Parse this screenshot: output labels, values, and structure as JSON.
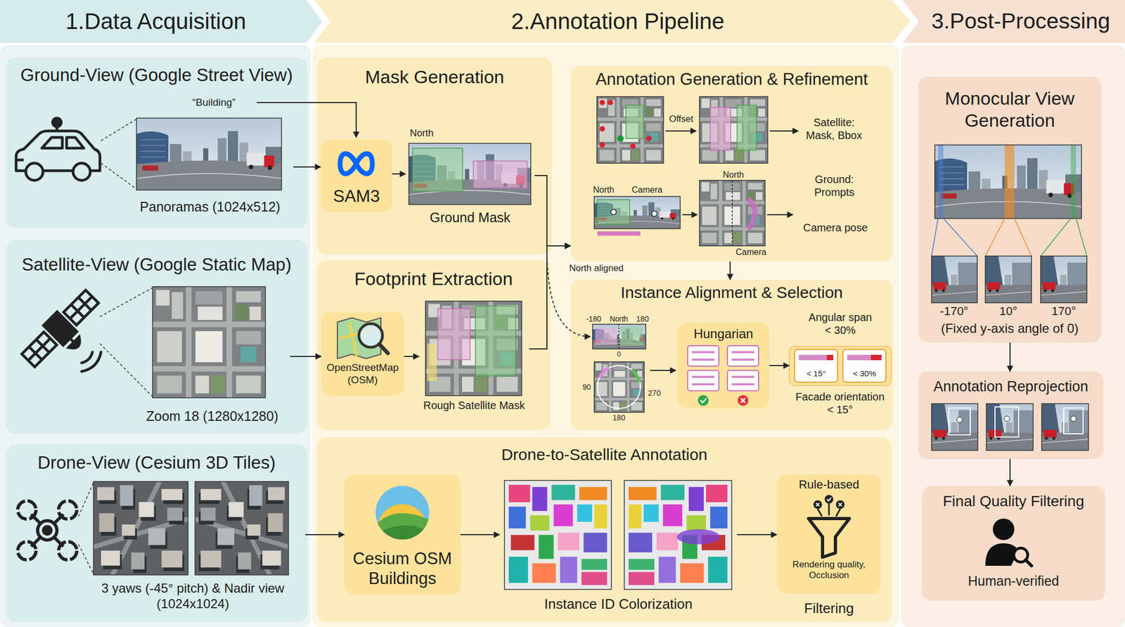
{
  "diagram": {
    "nodes": [
      {
        "text": [
          "1.Data Acquisition"
        ]
      },
      {
        "text": [
          "2.Annotation Pipeline"
        ]
      },
      {
        "text": [
          "3.Post-Processing"
        ]
      },
      {
        "text": [
          "Ground-View (Google Street View)"
        ]
      },
      {
        "text": [
          "Panoramas (1024x512)"
        ],
        "in": 3
      },
      {
        "text": [
          "Satellite-View (Google Static Map)"
        ]
      },
      {
        "text": [
          "Zoom 18 (1280x1280)"
        ],
        "in": 5
      },
      {
        "text": [
          "Drone-View (Cesium 3D Tiles)"
        ]
      },
      {
        "text": [
          "3 yaws (-45° pitch) & Nadir view (1024x1024)"
        ],
        "in": 7
      },
      {
        "text": [
          "Mask Generation"
        ]
      },
      {
        "text": [
          "SAM3"
        ],
        "in": 9
      },
      {
        "text": [
          "North",
          "Ground Mask"
        ],
        "in": 9
      },
      {
        "text": [
          "Footprint Extraction"
        ]
      },
      {
        "text": [
          "OpenStreetMap (OSM)"
        ],
        "in": 12
      },
      {
        "text": [
          "Rough Satellite Mask"
        ],
        "in": 12
      },
      {
        "text": [
          "Annotation Generation & Refinement"
        ]
      },
      {
        "text": [
          "Instance Alignment & Selection"
        ]
      },
      {
        "text": [
          "Hungarian"
        ],
        "in": 16
      },
      {
        "text": [
          "Angular span < 30%",
          "< 15°",
          "< 30%",
          "Facade orientation < 15°"
        ],
        "in": 16
      },
      {
        "text": [
          "Drone-to-Satellite Annotation"
        ]
      },
      {
        "text": [
          "Cesium OSM Buildings"
        ],
        "in": 19
      },
      {
        "text": [
          "Instance ID Colorization"
        ],
        "in": 19
      },
      {
        "text": [
          "Rule-based",
          "Rendering quality, Occlusion",
          "Filtering"
        ],
        "in": 19
      },
      {
        "text": [
          "Monocular View Generation"
        ]
      },
      {
        "text": [
          "Annotation Reprojection"
        ]
      },
      {
        "text": [
          "Final Quality Filtering",
          "Human-verified"
        ]
      }
    ],
    "edges": [
      {
        "from": 4,
        "to": 10,
        "arrow": "to"
      },
      {
        "from": 10,
        "to": 11,
        "arrow": "to"
      },
      {
        "from": 6,
        "to": 13,
        "arrow": "to"
      },
      {
        "from": 13,
        "to": 14,
        "arrow": "to"
      },
      {
        "from": 11,
        "to": 15,
        "arrow": "to"
      },
      {
        "from": 14,
        "to": 15,
        "arrow": "to"
      },
      {
        "from": 15,
        "to": 16,
        "arrow": "to"
      },
      {
        "from": 17,
        "to": 18,
        "arrow": "to"
      },
      {
        "from": 8,
        "to": 20,
        "arrow": "to"
      },
      {
        "from": 20,
        "to": 21,
        "arrow": "to"
      },
      {
        "from": 21,
        "to": 22,
        "arrow": "to"
      },
      {
        "from": 23,
        "to": 24,
        "arrow": "to"
      },
      {
        "from": 24,
        "to": 25,
        "arrow": "to"
      }
    ],
    "labels": [
      "“Building”",
      "Offset",
      "Satellite: Mask, Bbox",
      "North",
      "Camera",
      "North",
      "Camera",
      "Ground: Prompts",
      "Camera pose",
      "North aligned",
      "-180",
      "North",
      "180",
      "0",
      "90",
      "270",
      "180",
      "-170°",
      "10°",
      "170°",
      "(Fixed y-axis angle of 0)"
    ]
  }
}
